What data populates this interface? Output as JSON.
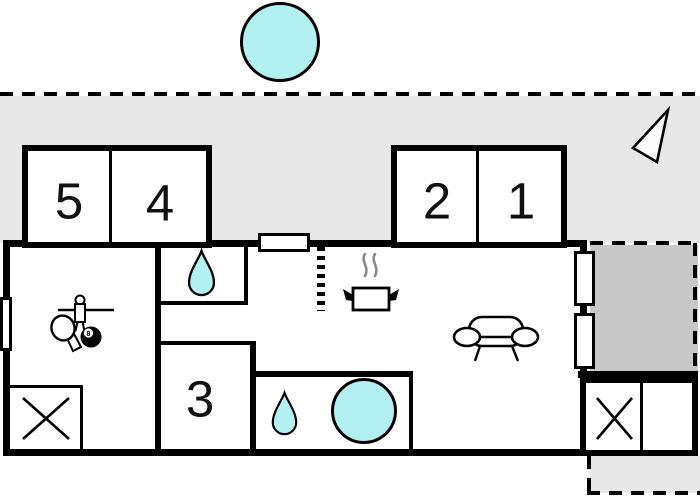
{
  "title": "holiday-home-floor-plan",
  "colors": {
    "paper": "#ffffff",
    "wall": "#000000",
    "land": "#e8e8e8",
    "terrace": "#c8c8c8",
    "water": "#b3f0f2",
    "steam": "#8a8a8a"
  },
  "rooms": {
    "r1": {
      "label": "1"
    },
    "r2": {
      "label": "2"
    },
    "r3": {
      "label": "3"
    },
    "r4": {
      "label": "4"
    },
    "r5": {
      "label": "5"
    }
  },
  "games_icon": {
    "ball_label": "8"
  },
  "icons": {
    "pool": "pool-circle",
    "north_arrow": "north-arrow",
    "water_drop_shower_room": "water-drop",
    "water_drop_bathroom": "water-drop",
    "round_tub": "round-tub",
    "stove": "pot-with-steam",
    "sofa": "sofa",
    "games": "table-tennis-paddle-foosball-player-8-ball",
    "storage_marks": "x-cross-box"
  }
}
